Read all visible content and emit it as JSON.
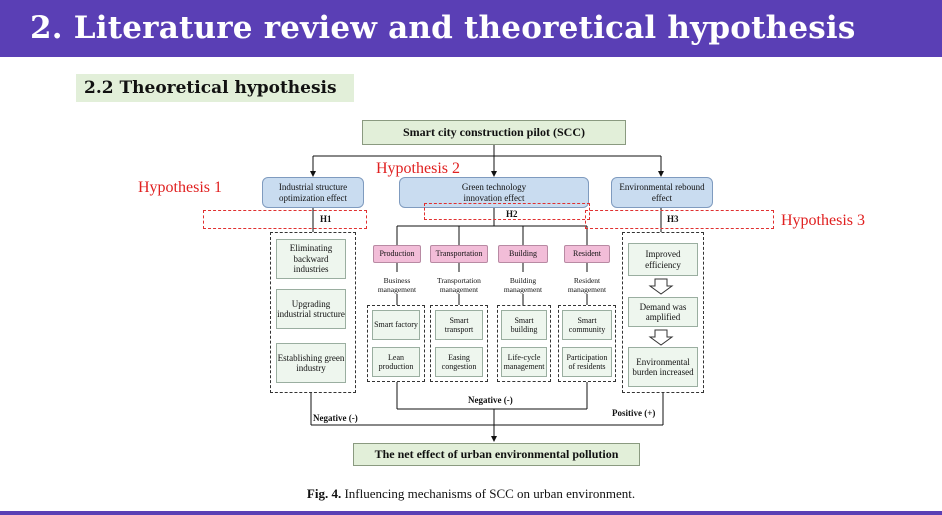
{
  "slide": {
    "title": "2. Literature review and theoretical hypothesis",
    "subtitle": "2.2 Theoretical hypothesis"
  },
  "diagram": {
    "top": "Smart city construction pilot (SCC)",
    "effects": {
      "industrial": "Industrial structure optimization effect",
      "green": "Green technology innovation effect",
      "rebound": "Environmental rebound effect"
    },
    "hypotheses": {
      "h1": "Hypothesis 1",
      "h2": "Hypothesis 2",
      "h3": "Hypothesis 3"
    },
    "h_labels": {
      "h1": "H1",
      "h2": "H2",
      "h3": "H3"
    },
    "industrial_items": [
      "Eliminating backward industries",
      "Upgrading industrial structure",
      "Establishing green industry"
    ],
    "sectors": [
      {
        "name": "Production",
        "management": "Business management",
        "top": "Smart factory",
        "bottom": "Lean production"
      },
      {
        "name": "Transportation",
        "management": "Transportation management",
        "top": "Smart transport",
        "bottom": "Easing congestion"
      },
      {
        "name": "Building",
        "management": "Building management",
        "top": "Smart building",
        "bottom": "Life-cycle management"
      },
      {
        "name": "Resident",
        "management": "Resident management",
        "top": "Smart community",
        "bottom": "Participation of residents"
      }
    ],
    "rebound_items": [
      "Improved efficiency",
      "Demand was amplified",
      "Environmental burden increased"
    ],
    "signs": {
      "neg_left": "Negative (-)",
      "neg_mid": "Negative (-)",
      "pos_right": "Positive (+)"
    },
    "bottom": "The net effect of urban environmental pollution",
    "caption_bold": "Fig. 4.",
    "caption_text": " Influencing mechanisms of SCC on urban environment."
  },
  "colors": {
    "header": "#5a3fb5",
    "accent_red": "#e02020",
    "green_box": "#e2efd9",
    "blue_box": "#c9dcf0",
    "pink_box": "#f2bdd8"
  }
}
